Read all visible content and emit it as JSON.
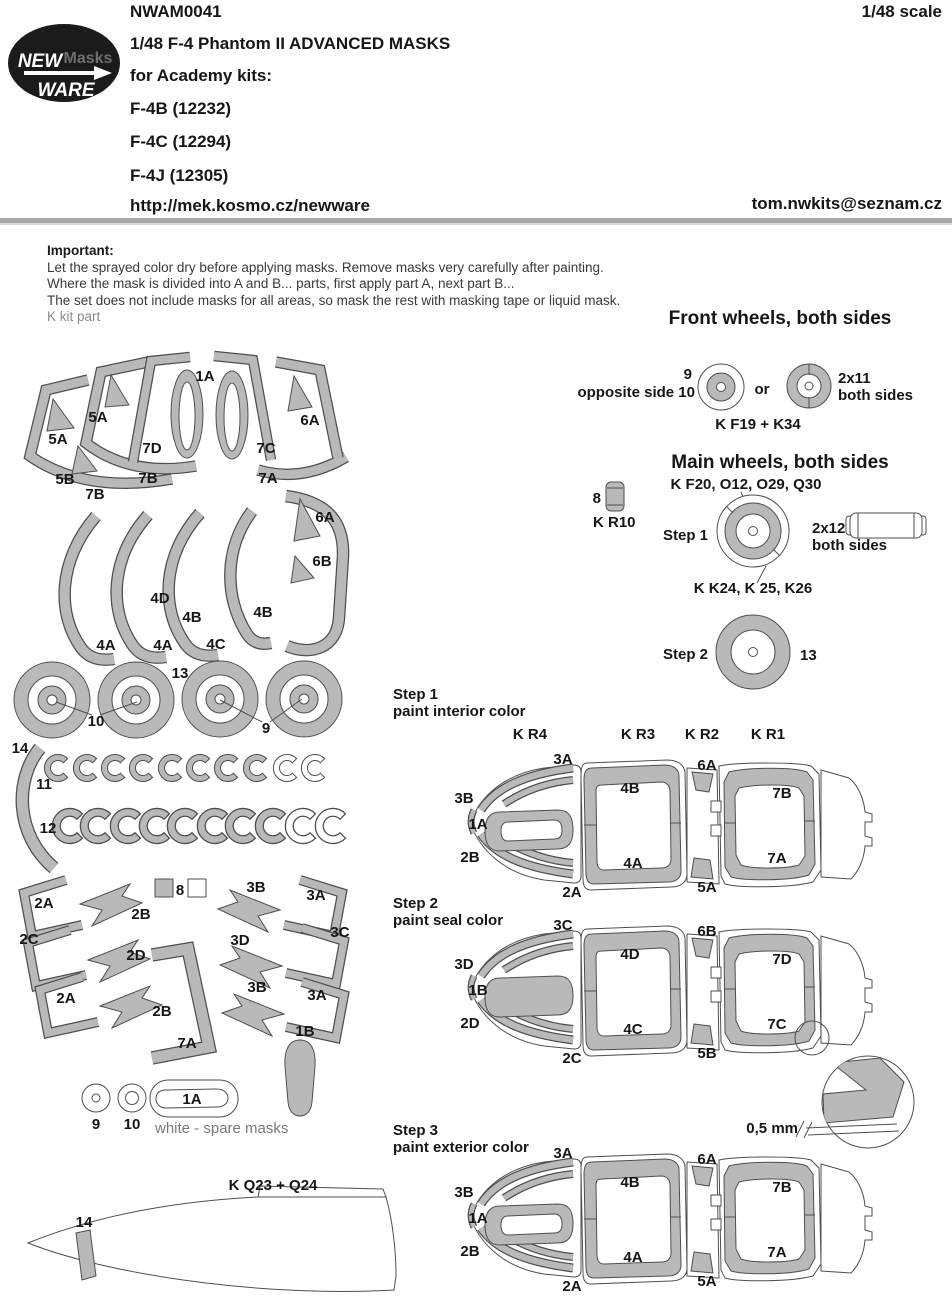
{
  "header": {
    "code": "NWAM0041",
    "title": "1/48 F-4 Phantom II ADVANCED MASKS",
    "subtitle": "for Academy kits:",
    "kits": [
      "F-4B (12232)",
      "F-4C (12294)",
      "F-4J (12305)"
    ],
    "url": "http://mek.kosmo.cz/newware",
    "scale": "1/48 scale",
    "email": "tom.nwkits@seznam.cz",
    "logo": {
      "new": "NEW",
      "masks": "Masks",
      "ware": "WARE"
    }
  },
  "notes": {
    "heading": "Important:",
    "lines": [
      "Let the sprayed color dry before applying masks. Remove masks very carefully after painting.",
      "Where the mask is divided into A and B... parts, first apply part A, next part B...",
      "The set does not include masks for all areas, so mask the rest with masking tape or liquid mask.",
      "K kit part"
    ]
  },
  "front_wheels": {
    "heading": "Front wheels, both sides",
    "num9": "9",
    "opposite": "opposite side 10",
    "or": "or",
    "qty": "2x11",
    "both_sides": "both sides",
    "kit_parts": "K F19 + K34"
  },
  "main_wheels": {
    "heading": "Main wheels, both sides",
    "kit_parts_top": "K F20, O12, O29, Q30",
    "num8": "8",
    "kr10": "K R10",
    "step1": "Step 1",
    "qty": "2x12",
    "both_sides": "both sides",
    "kit_parts_bottom": "K K24, K 25, K26",
    "step2": "Step 2",
    "num13": "13"
  },
  "sheet": {
    "m1a": "1A",
    "m1b": "1B",
    "m2a": "2A",
    "m2b": "2B",
    "m2c": "2C",
    "m2d": "2D",
    "m3a": "3A",
    "m3b": "3B",
    "m3c": "3C",
    "m3d": "3D",
    "m4a": "4A",
    "m4b": "4B",
    "m4c": "4C",
    "m4d": "4D",
    "m5a": "5A",
    "m5b": "5B",
    "m6a": "6A",
    "m6b": "6B",
    "m7a": "7A",
    "m7b": "7B",
    "m7c": "7C",
    "m7d": "7D",
    "m8": "8",
    "m9": "9",
    "m10": "10",
    "m11": "11",
    "m12": "12",
    "m13": "13",
    "m14": "14",
    "spare_note": "white - spare masks",
    "nose_title": "K Q23 + Q24"
  },
  "steps": [
    {
      "title": "Step 1",
      "subtitle": "paint interior color",
      "rails": [
        "K R4",
        "K R3",
        "K R2",
        "K R1"
      ],
      "labels": {
        "tl": "3A",
        "tm": "6A",
        "l": "3B",
        "lc": "1A",
        "bl": "2B",
        "mt": "4B",
        "mb": "4A",
        "b": "2A",
        "bm": "5A",
        "rt": "7B",
        "rb": "7A"
      }
    },
    {
      "title": "Step 2",
      "subtitle": "paint seal color",
      "labels": {
        "tl": "3C",
        "tm": "6B",
        "l": "3D",
        "lc": "1B",
        "bl": "2D",
        "mt": "4D",
        "mb": "4C",
        "b": "2C",
        "bm": "5B",
        "rt": "7D",
        "rb": "7C"
      }
    },
    {
      "title": "Step 3",
      "subtitle": "paint exterior color",
      "labels": {
        "tl": "3A",
        "tm": "6A",
        "l": "3B",
        "lc": "1A",
        "bl": "2B",
        "mt": "4B",
        "mb": "4A",
        "b": "2A",
        "bm": "5A",
        "rt": "7B",
        "rb": "7A"
      }
    }
  ],
  "detail": {
    "label": "0,5 mm"
  },
  "colors": {
    "mask_gray": "#b9b9b9",
    "outline": "#4f4f4f",
    "logo_black": "#1b1b1b"
  }
}
